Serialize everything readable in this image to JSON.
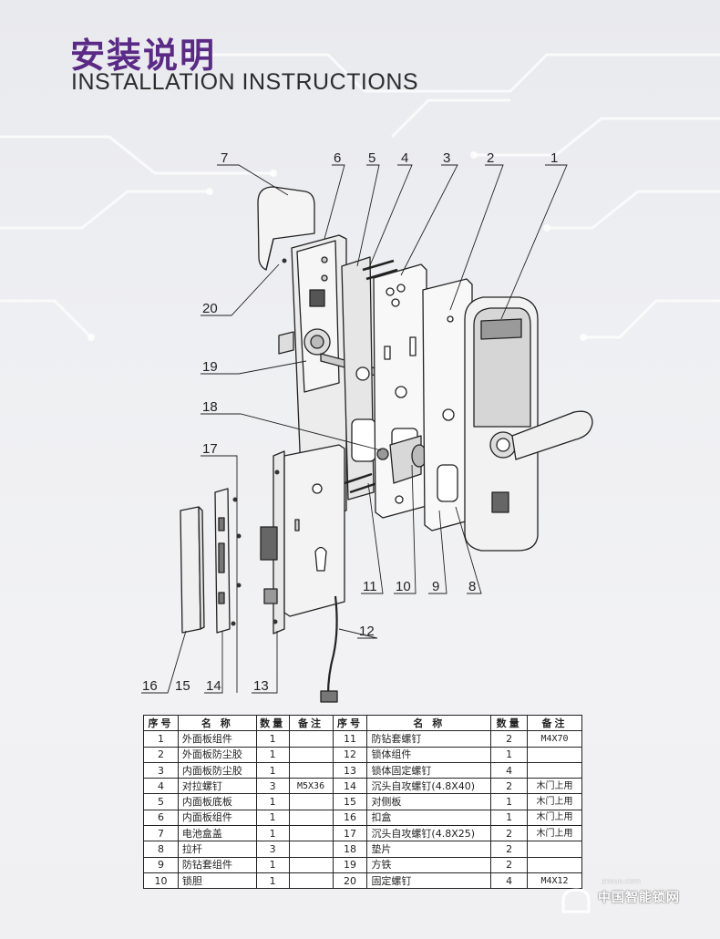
{
  "header": {
    "title_cn": "安装说明",
    "title_en": "INSTALLATION INSTRUCTIONS"
  },
  "callouts": [
    "1",
    "2",
    "3",
    "4",
    "5",
    "6",
    "7",
    "8",
    "9",
    "10",
    "11",
    "12",
    "13",
    "14",
    "15",
    "16",
    "17",
    "18",
    "19",
    "20"
  ],
  "table": {
    "headers": [
      "序号",
      "名 称",
      "数量",
      "备注",
      "序号",
      "名 称",
      "数量",
      "备注"
    ],
    "rows": [
      [
        "1",
        "外面板组件",
        "1",
        "",
        "11",
        "防钻套螺钉",
        "2",
        "M4X70"
      ],
      [
        "2",
        "外面板防尘胶",
        "1",
        "",
        "12",
        "锁体组件",
        "1",
        ""
      ],
      [
        "3",
        "内面板防尘胶",
        "1",
        "",
        "13",
        "锁体固定螺钉",
        "4",
        ""
      ],
      [
        "4",
        "对拉螺钉",
        "3",
        "M5X36",
        "14",
        "沉头自攻螺钉(4.8X40)",
        "2",
        "木门上用"
      ],
      [
        "5",
        "内面板底板",
        "1",
        "",
        "15",
        "对侧板",
        "1",
        "木门上用"
      ],
      [
        "6",
        "内面板组件",
        "1",
        "",
        "16",
        "扣盒",
        "1",
        "木门上用"
      ],
      [
        "7",
        "电池盒盖",
        "1",
        "",
        "17",
        "沉头自攻螺钉(4.8X25)",
        "2",
        "木门上用"
      ],
      [
        "8",
        "拉杆",
        "3",
        "",
        "18",
        "垫片",
        "2",
        ""
      ],
      [
        "9",
        "防钻套组件",
        "1",
        "",
        "19",
        "方铁",
        "2",
        ""
      ],
      [
        "10",
        "锁胆",
        "1",
        "",
        "20",
        "固定螺钉",
        "4",
        "M4X12"
      ]
    ]
  },
  "watermark": {
    "text": "中国智能锁网",
    "sub": "znsuo.com"
  }
}
